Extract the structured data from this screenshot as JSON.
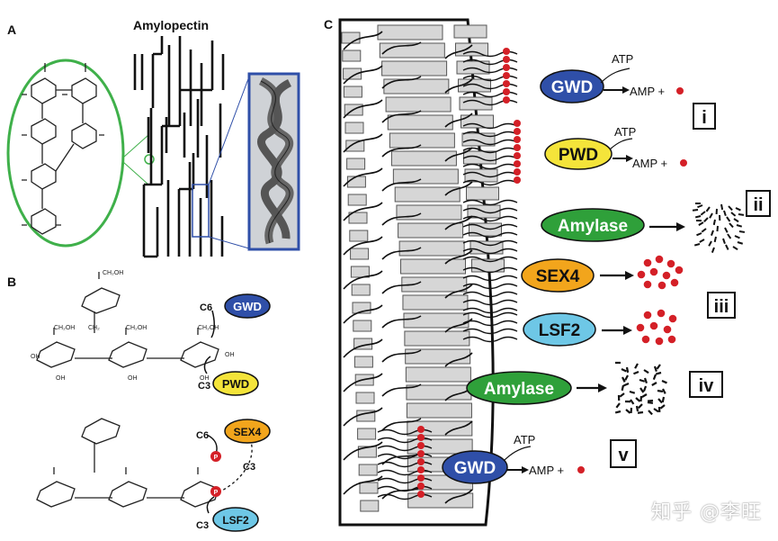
{
  "panels": {
    "a": "A",
    "b": "B",
    "c": "C"
  },
  "panel_a": {
    "title": "Amylopectin"
  },
  "panel_b": {
    "top": {
      "c6": "C6",
      "c3": "C3",
      "gwd": "GWD",
      "pwd": "PWD"
    },
    "bottom": {
      "c6": "C6",
      "c3_mid": "C3",
      "c3": "C3",
      "sex4": "SEX4",
      "lsf2": "LSF2",
      "p": "P"
    },
    "sugar_labels": {
      "ch2oh": "CH₂OH",
      "oh": "OH",
      "ch2": "CH₂"
    }
  },
  "panel_c": {
    "step_i": {
      "enzyme": "GWD",
      "atp": "ATP",
      "amp": "AMP +",
      "roman": "i"
    },
    "step_i2": {
      "enzyme": "PWD",
      "atp": "ATP",
      "amp": "AMP +"
    },
    "step_ii": {
      "enzyme": "Amylase",
      "roman": "ii"
    },
    "step_iii": {
      "enzyme_a": "SEX4",
      "enzyme_b": "LSF2",
      "roman": "iii"
    },
    "step_iv": {
      "enzyme": "Amylase",
      "roman": "iv"
    },
    "step_v": {
      "enzyme": "GWD",
      "atp": "ATP",
      "amp": "AMP +",
      "roman": "v"
    }
  },
  "colors": {
    "gwd": "#2f4fa8",
    "pwd": "#f4e43a",
    "amylase": "#2fa03a",
    "sex4": "#f2a51c",
    "lsf2": "#6ec7e6",
    "phosphate": "#d42027",
    "outline_green": "#3fb04a",
    "box_blue": "#2f4fa8"
  },
  "watermark": "知乎 @李旺"
}
